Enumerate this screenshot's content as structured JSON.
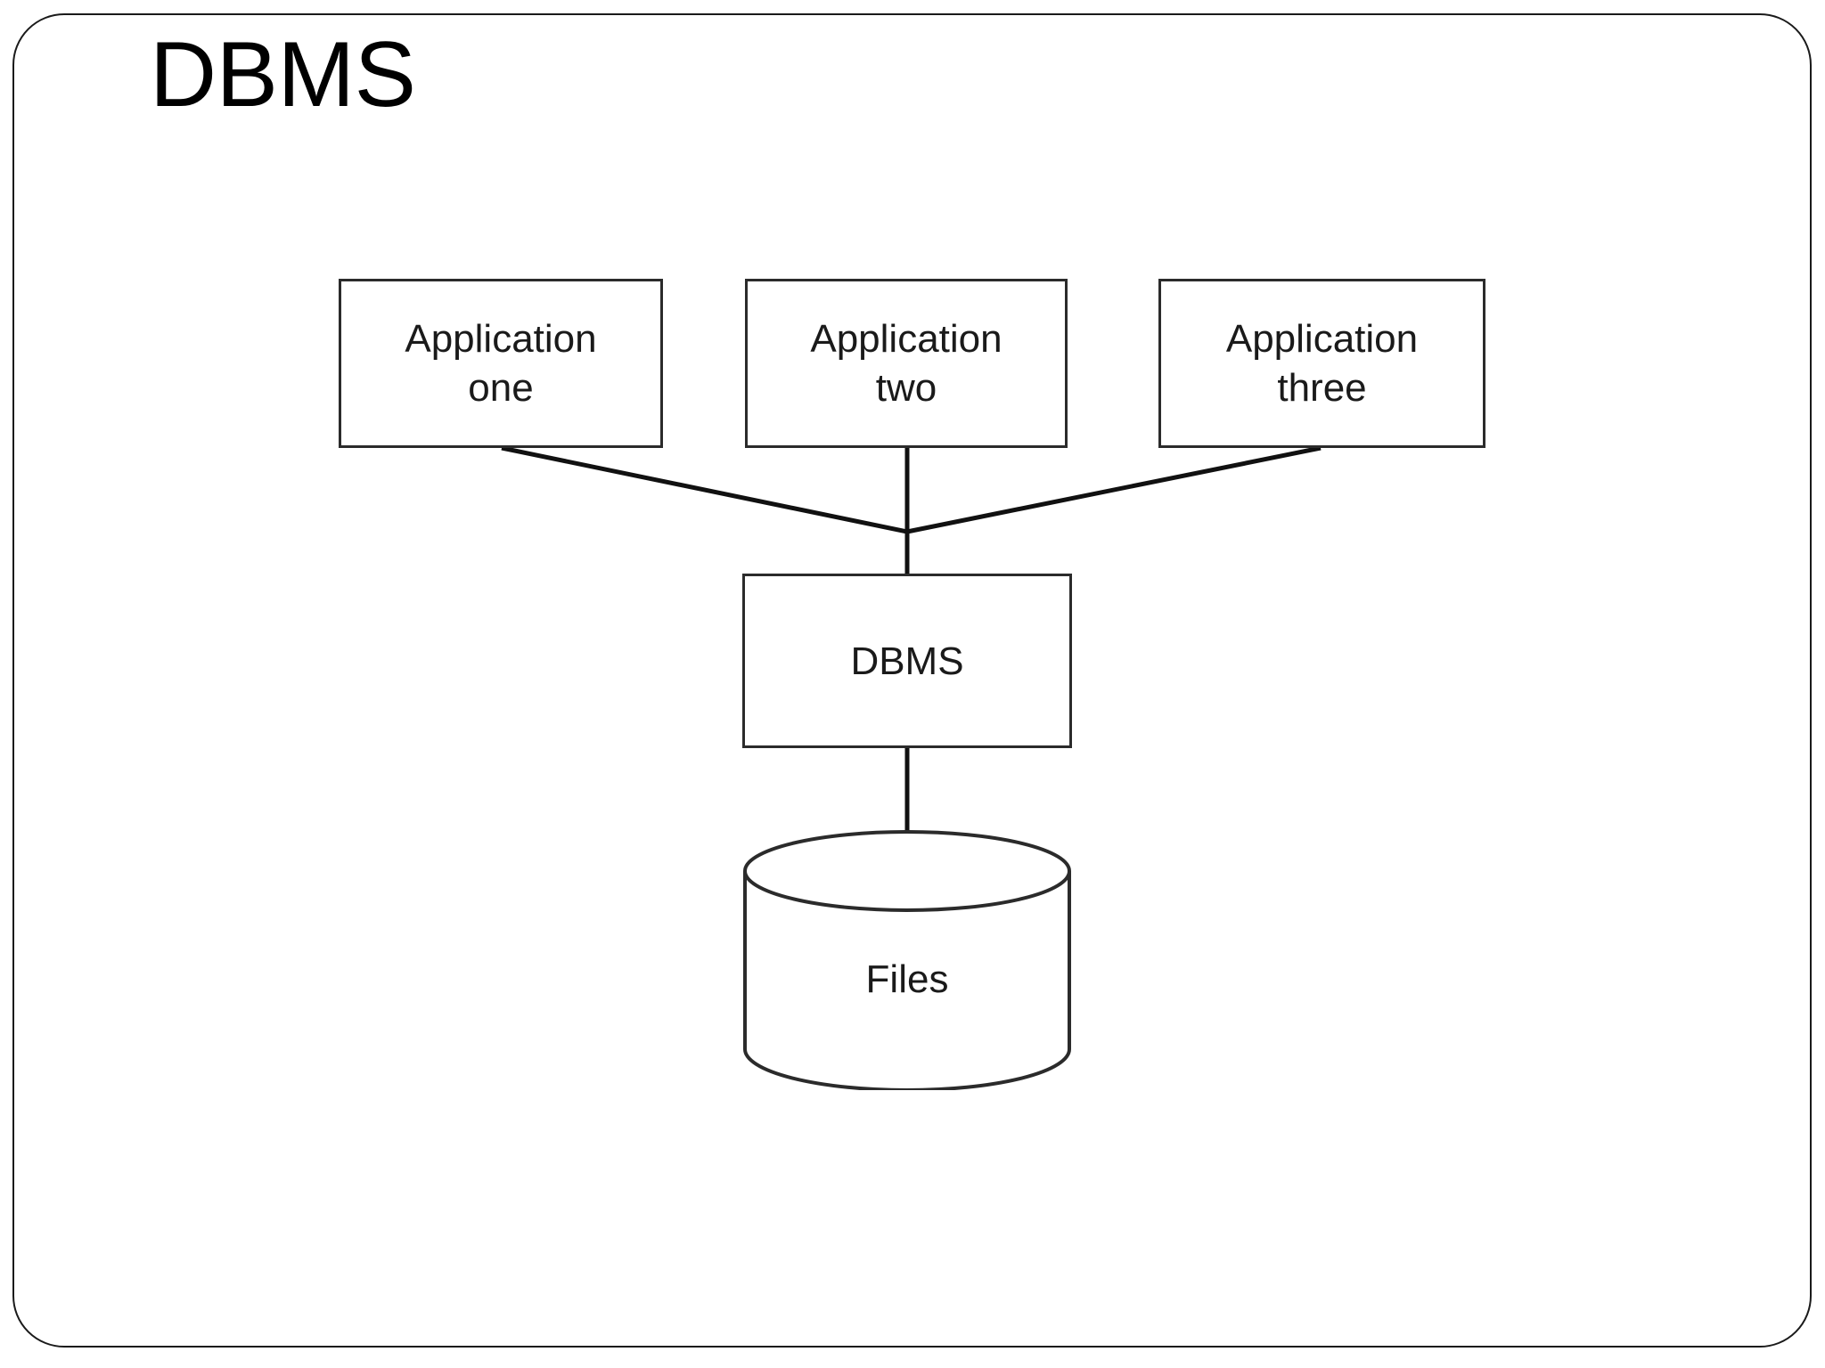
{
  "slide": {
    "title": "DBMS",
    "background_color": "#ffffff",
    "border_color": "#1a1a1a",
    "text_color": "#1a1a1a"
  },
  "diagram": {
    "type": "architecture-diagram",
    "applications": [
      {
        "id": "app-one",
        "line_one": "Application",
        "line_two": "one"
      },
      {
        "id": "app-two",
        "line_one": "Application",
        "line_two": "two"
      },
      {
        "id": "app-three",
        "line_one": "Application",
        "line_two": "three"
      }
    ],
    "middleware": {
      "id": "dbms",
      "label": "DBMS"
    },
    "datastore": {
      "id": "files",
      "label": "Files",
      "shape": "cylinder"
    },
    "connections": [
      {
        "from": "app-one",
        "to": "dbms"
      },
      {
        "from": "app-two",
        "to": "dbms"
      },
      {
        "from": "app-three",
        "to": "dbms"
      },
      {
        "from": "dbms",
        "to": "files"
      }
    ]
  }
}
